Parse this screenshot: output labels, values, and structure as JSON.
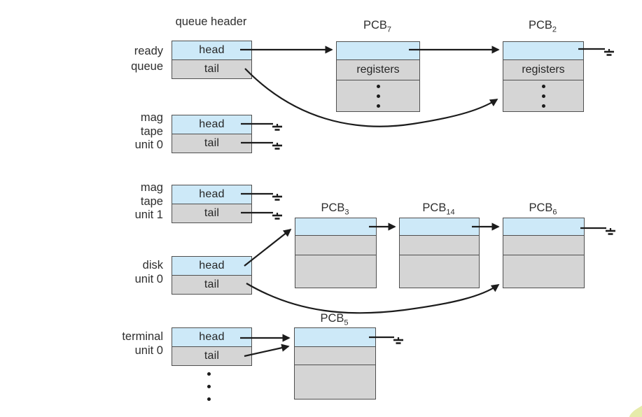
{
  "header_label": "queue header",
  "queues": [
    {
      "id": "ready-queue",
      "label_lines": [
        "ready",
        "queue"
      ],
      "head_label": "head",
      "tail_label": "tail"
    },
    {
      "id": "mag-tape-unit-0",
      "label_lines": [
        "mag",
        "tape",
        "unit 0"
      ],
      "head_label": "head",
      "tail_label": "tail"
    },
    {
      "id": "mag-tape-unit-1",
      "label_lines": [
        "mag",
        "tape",
        "unit 1"
      ],
      "head_label": "head",
      "tail_label": "tail"
    },
    {
      "id": "disk-unit-0",
      "label_lines": [
        "disk",
        "unit 0"
      ],
      "head_label": "head",
      "tail_label": "tail"
    },
    {
      "id": "terminal-unit-0",
      "label_lines": [
        "terminal",
        "unit 0"
      ],
      "head_label": "head",
      "tail_label": "tail"
    }
  ],
  "pcbs": [
    {
      "id": "pcb-7",
      "label_base": "PCB",
      "label_sub": "7",
      "register_label": "registers"
    },
    {
      "id": "pcb-2",
      "label_base": "PCB",
      "label_sub": "2",
      "register_label": "registers"
    },
    {
      "id": "pcb-3",
      "label_base": "PCB",
      "label_sub": "3"
    },
    {
      "id": "pcb-14",
      "label_base": "PCB",
      "label_sub": "14"
    },
    {
      "id": "pcb-6",
      "label_base": "PCB",
      "label_sub": "6"
    },
    {
      "id": "pcb-5",
      "label_base": "PCB",
      "label_sub": "5"
    }
  ],
  "icons": {
    "null_pointer": "ground-null-symbol",
    "continuation": "vertical-ellipsis"
  },
  "colors": {
    "link_fill": "#cde9f8",
    "body_fill": "#d5d5d5",
    "border": "#4f4f4f",
    "arrow": "#1c1c1c",
    "background": "#ffffff",
    "corner_accent": "#dde48e"
  }
}
